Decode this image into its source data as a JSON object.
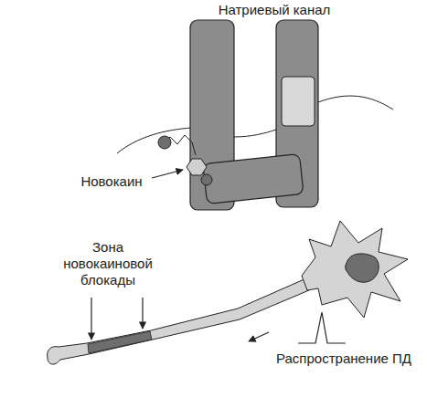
{
  "diagram": {
    "labels": [
      "Натриевый канал",
      "Новокаин",
      "Зона новокаиновой блокады",
      "Распространение ПД"
    ]
  }
}
